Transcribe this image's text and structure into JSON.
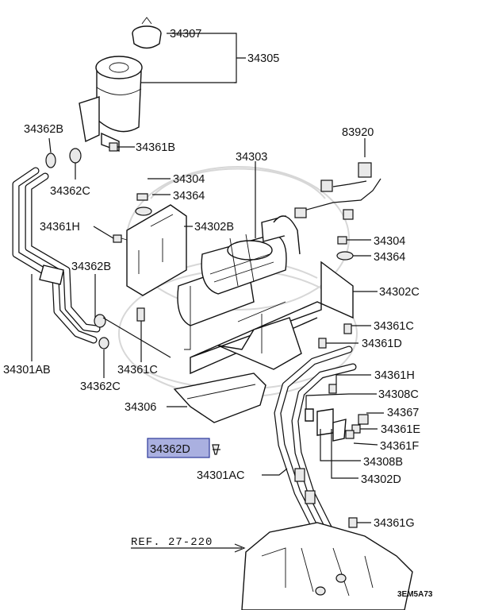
{
  "labels": {
    "l34307": "34307",
    "l34305": "34305",
    "l34362B_top": "34362B",
    "l34361B": "34361B",
    "l83920": "83920",
    "l34303": "34303",
    "l34304_top": "34304",
    "l34364_top": "34364",
    "l34362C_top": "34362C",
    "l34361H_left": "34361H",
    "l34302B": "34302B",
    "l34304_right": "34304",
    "l34364_right": "34364",
    "l34362B_mid": "34362B",
    "l34302C": "34302C",
    "l34361C_right": "34361C",
    "l34361D": "34361D",
    "l34301AB": "34301AB",
    "l34361C_bottom": "34361C",
    "l34362C_bottom": "34362C",
    "l34361H_right": "34361H",
    "l34308C": "34308C",
    "l34306": "34306",
    "l34367": "34367",
    "l34361E": "34361E",
    "l34362D": "34362D",
    "l34361F": "34361F",
    "l34308B": "34308B",
    "l34301AC": "34301AC",
    "l34302D": "34302D",
    "l34361G": "34361G",
    "ref": "REF. 27-220",
    "code": "3EM5A73"
  },
  "colors": {
    "highlight_fill": "#aab0e0",
    "highlight_stroke": "#2d3a9a",
    "ink": "#111111"
  }
}
